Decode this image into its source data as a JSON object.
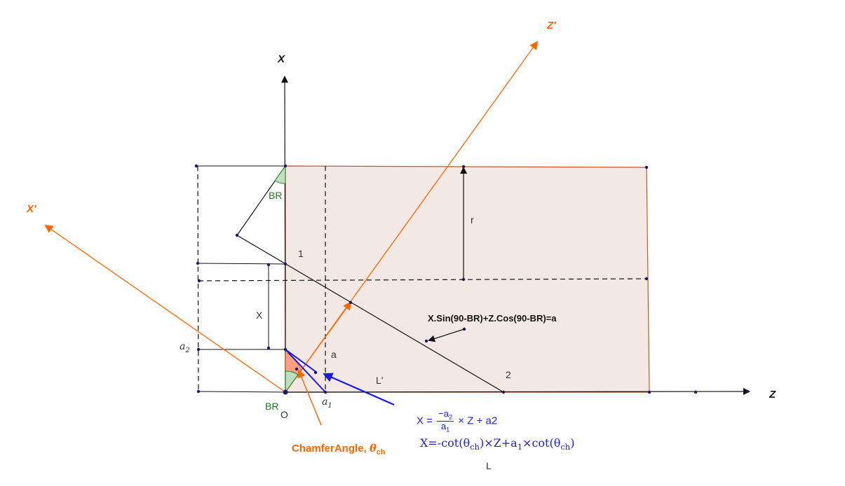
{
  "labels": {
    "x_axis": "X",
    "z_axis": "Z",
    "z_prime": "Z'",
    "x_prime": "X'",
    "br_top": "BR",
    "br_bottom": "BR",
    "origin": "O",
    "point_1": "1",
    "point_2": "2",
    "r": "r",
    "x_dim": "X",
    "a": "a",
    "a2": "a",
    "a2_sub": "2",
    "a1": "a",
    "a1_sub": "1",
    "l_prime": "L'",
    "l": "L",
    "chamfer_text": "ChamferAngle, ",
    "chamfer_theta": "θ",
    "chamfer_sub": "ch"
  },
  "equations": {
    "line_eq": "X.Sin(90-BR)+Z.Cos(90-BR)=a",
    "eq1_lhs": "X = ",
    "eq1_num": "−a",
    "eq1_num_sub": "2",
    "eq1_den": "a",
    "eq1_den_sub": "1",
    "eq1_rhs": " × Z + a2",
    "eq2_a": "X=-cot(θ",
    "eq2_sub1": "ch",
    "eq2_b": ")×Z+a",
    "eq2_sub2": "1",
    "eq2_c": "×cot(θ",
    "eq2_sub3": "ch",
    "eq2_d": ")"
  },
  "colors": {
    "black": "#111111",
    "orange": "#ff6600",
    "blue": "#1a1ae6",
    "green": "#1e7d1e",
    "fill": "#f3e8e4",
    "border": "#c0592b"
  }
}
